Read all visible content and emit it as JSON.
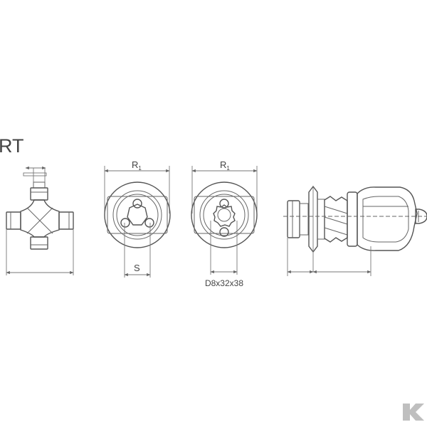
{
  "heading": "RT",
  "labels": {
    "r1_left": "R",
    "r1_left_sub": "1",
    "r1_right": "R",
    "r1_right_sub": "1",
    "s": "S",
    "spline": "D8x32x38"
  },
  "logo": {
    "icon": "kramp-k-logo-icon",
    "text": "K"
  }
}
